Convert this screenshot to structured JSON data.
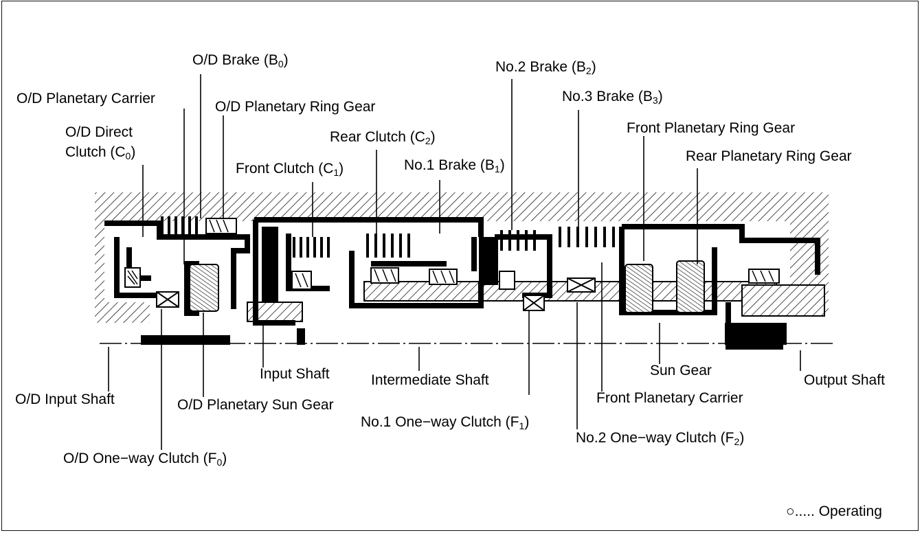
{
  "labels": {
    "od_brake": {
      "text": "O/D Brake (B",
      "sub": "0",
      "tail": ")"
    },
    "no2_brake": {
      "text": "No.2 Brake (B",
      "sub": "2",
      "tail": ")"
    },
    "od_planetary_carrier": {
      "text": "O/D Planetary Carrier"
    },
    "od_planetary_ring_gear": {
      "text": "O/D Planetary Ring Gear"
    },
    "no3_brake": {
      "text": "No.3 Brake (B",
      "sub": "3",
      "tail": ")"
    },
    "od_direct_clutch_line1": {
      "text": "O/D Direct"
    },
    "od_direct_clutch_line2": {
      "text": "Clutch (C",
      "sub": "0",
      "tail": ")"
    },
    "front_planetary_ring_gear": {
      "text": "Front Planetary Ring Gear"
    },
    "rear_clutch": {
      "text": "Rear Clutch (C",
      "sub": "2",
      "tail": ")"
    },
    "front_clutch": {
      "text": "Front Clutch (C",
      "sub": "1",
      "tail": ")"
    },
    "no1_brake": {
      "text": "No.1 Brake (B",
      "sub": "1",
      "tail": ")"
    },
    "rear_planetary_ring_gear": {
      "text": "Rear Planetary Ring Gear"
    },
    "input_shaft": {
      "text": "Input Shaft"
    },
    "intermediate_shaft": {
      "text": "Intermediate Shaft"
    },
    "sun_gear": {
      "text": "Sun Gear"
    },
    "output_shaft": {
      "text": "Output Shaft"
    },
    "od_input_shaft": {
      "text": "O/D Input Shaft"
    },
    "od_planetary_sun_gear": {
      "text": "O/D Planetary Sun Gear"
    },
    "front_planetary_carrier": {
      "text": "Front Planetary Carrier"
    },
    "no1_one_way_clutch": {
      "text": "No.1 One−way Clutch (F",
      "sub": "1",
      "tail": ")"
    },
    "no2_one_way_clutch": {
      "text": "No.2 One−way Clutch (F",
      "sub": "2",
      "tail": ")"
    },
    "od_one_way_clutch": {
      "text": "O/D One−way Clutch (F",
      "sub": "0",
      "tail": ")"
    }
  },
  "legend": {
    "symbol": "○",
    "text": "..... Operating"
  }
}
